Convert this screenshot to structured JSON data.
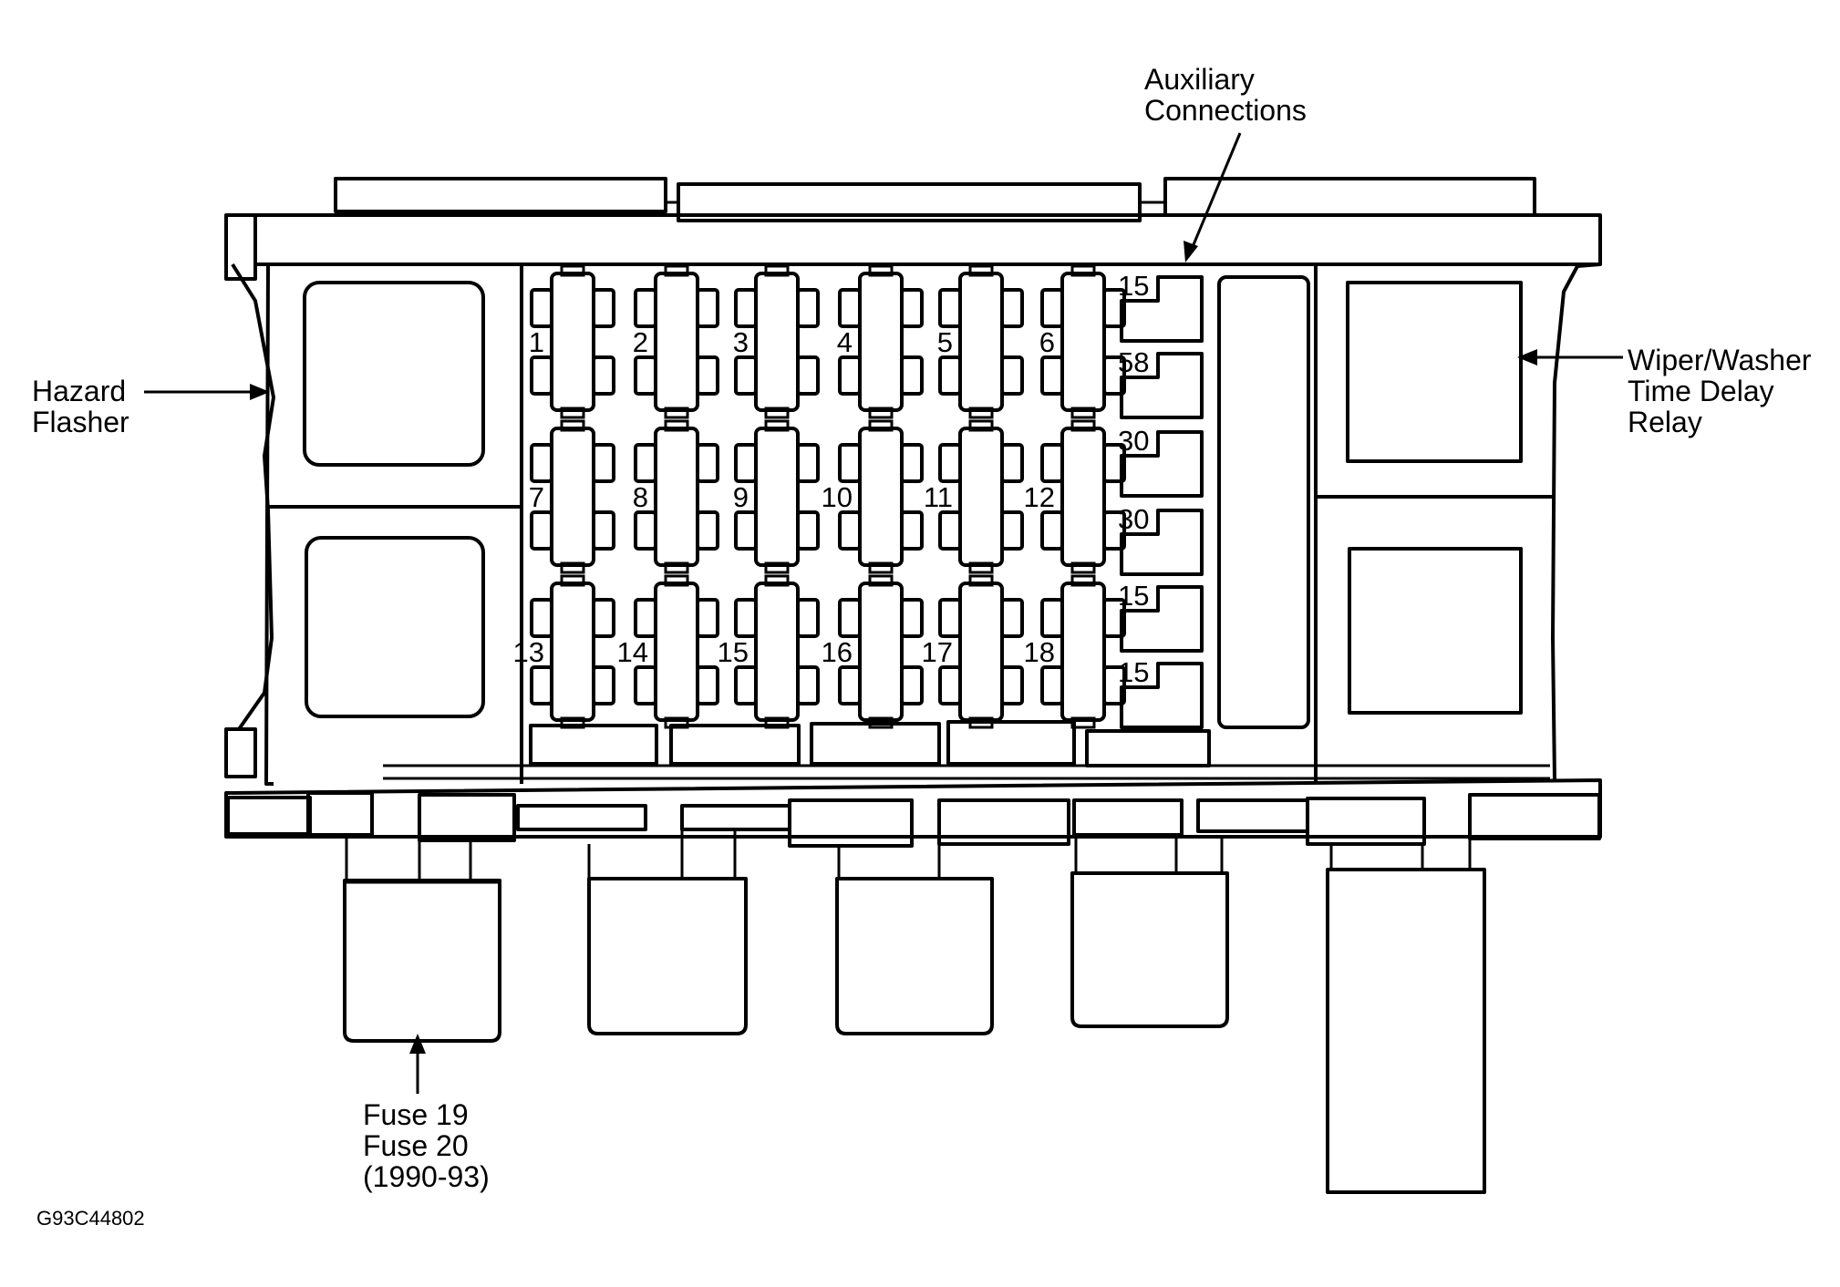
{
  "labels": {
    "auxiliary": [
      "Auxiliary",
      "Connections"
    ],
    "hazard": [
      "Hazard",
      "Flasher"
    ],
    "wiper": [
      "Wiper/Washer",
      "Time Delay",
      "Relay"
    ],
    "fuse19": [
      "Fuse 19",
      "Fuse 20",
      "(1990-93)"
    ],
    "figure_code": "G93C44802"
  },
  "fuses": [
    "1",
    "2",
    "3",
    "4",
    "5",
    "6",
    "7",
    "8",
    "9",
    "10",
    "11",
    "12",
    "13",
    "14",
    "15",
    "16",
    "17",
    "18"
  ],
  "terminals": [
    "15",
    "58",
    "30",
    "30",
    "15",
    "15"
  ]
}
